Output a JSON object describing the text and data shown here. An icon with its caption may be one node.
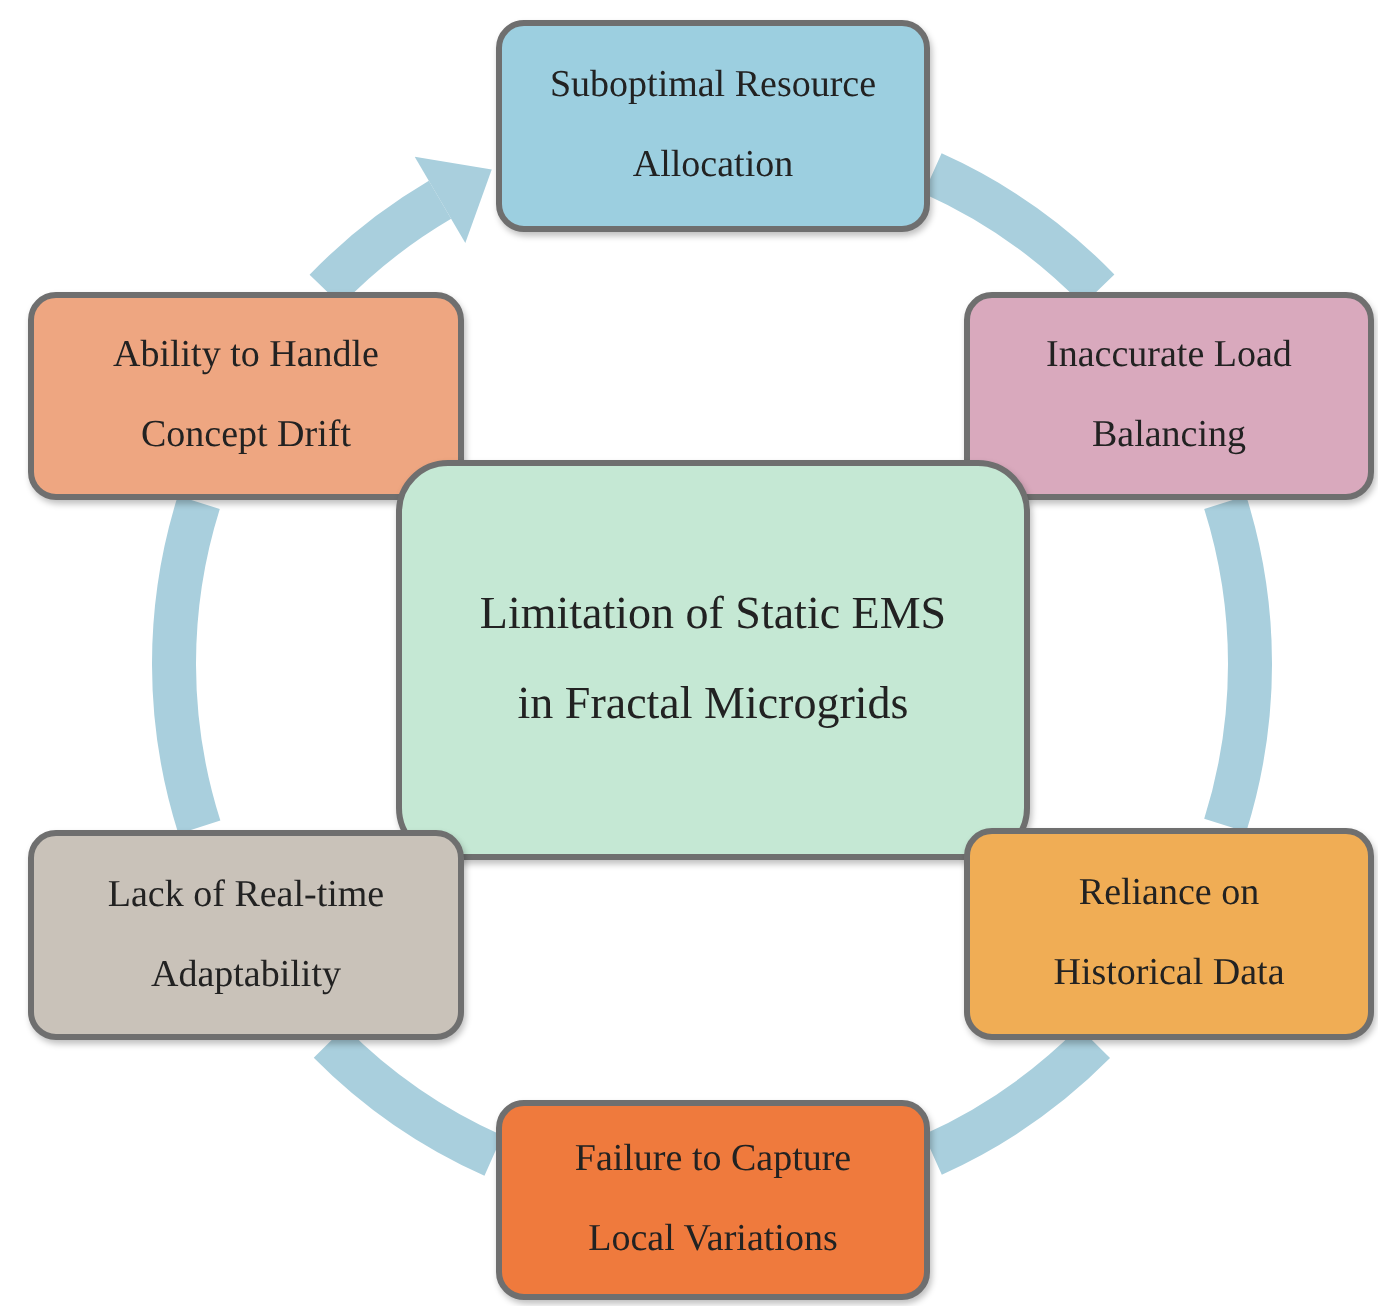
{
  "diagram": {
    "nodes": [
      {
        "text": [
          "Suboptimal Resource Allocation"
        ]
      },
      {
        "text": [
          "Ability to Handle Concept Drift"
        ]
      },
      {
        "text": [
          "Inaccurate Load Balancing"
        ]
      },
      {
        "text": [
          "Limitation of Static EMS in Fractal Microgrids"
        ]
      },
      {
        "text": [
          "Lack of Real-time Adaptability"
        ]
      },
      {
        "text": [
          "Reliance on Historical Data"
        ]
      },
      {
        "text": [
          "Failure to Capture Local Variations"
        ]
      }
    ],
    "edges": [
      {
        "from": 0,
        "to": 2,
        "arrow": "none"
      },
      {
        "from": 2,
        "to": 5,
        "arrow": "none"
      },
      {
        "from": 5,
        "to": 6,
        "arrow": "none"
      },
      {
        "from": 6,
        "to": 4,
        "arrow": "none"
      },
      {
        "from": 4,
        "to": 1,
        "arrow": "none"
      },
      {
        "from": 1,
        "to": 0,
        "arrow": "to"
      }
    ]
  }
}
